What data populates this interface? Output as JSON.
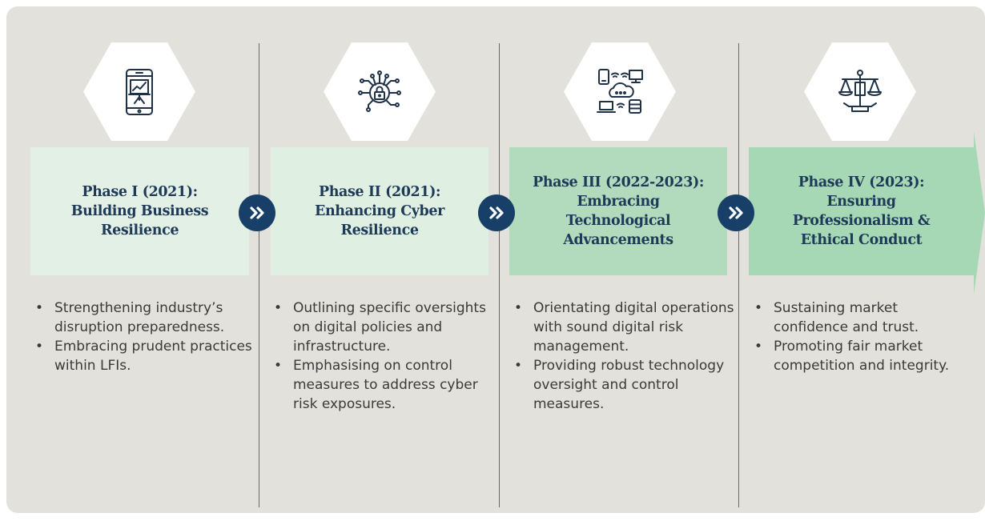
{
  "colors": {
    "background": "#e2e1dc",
    "phase_box_light": "#e3f0e6",
    "phase_box_medium": "#b2dbbe",
    "chevron_circle": "#173f67",
    "title_text": "#1e3a56",
    "icon_stroke": "#1f3147"
  },
  "phases": [
    {
      "icon": "presentation-tablet-icon",
      "title": "Phase I (2021):\nBuilding Business\nResilience",
      "bullets": [
        "Strengthening industry’s disruption preparedness.",
        "Embracing prudent practices within LFIs."
      ]
    },
    {
      "icon": "cyber-security-lock-icon",
      "title": "Phase II (2021):\nEnhancing Cyber\nResilience",
      "bullets": [
        "Outlining specific oversights on digital policies and infrastructure.",
        "Emphasising on control measures to address cyber risk exposures."
      ]
    },
    {
      "icon": "cloud-network-devices-icon",
      "title": "Phase III (2022-2023):\nEmbracing\nTechnological\nAdvancements",
      "bullets": [
        "Orientating digital operations with sound digital risk management.",
        "Providing robust technology oversight and control measures."
      ]
    },
    {
      "icon": "scales-of-justice-icon",
      "title": "Phase IV (2023):\nEnsuring\nProfessionalism &\nEthical Conduct",
      "bullets": [
        "Sustaining market confidence and trust.",
        "Promoting fair market competition and integrity."
      ]
    }
  ],
  "connectors": {
    "icon": "double-chevron-right-icon"
  }
}
